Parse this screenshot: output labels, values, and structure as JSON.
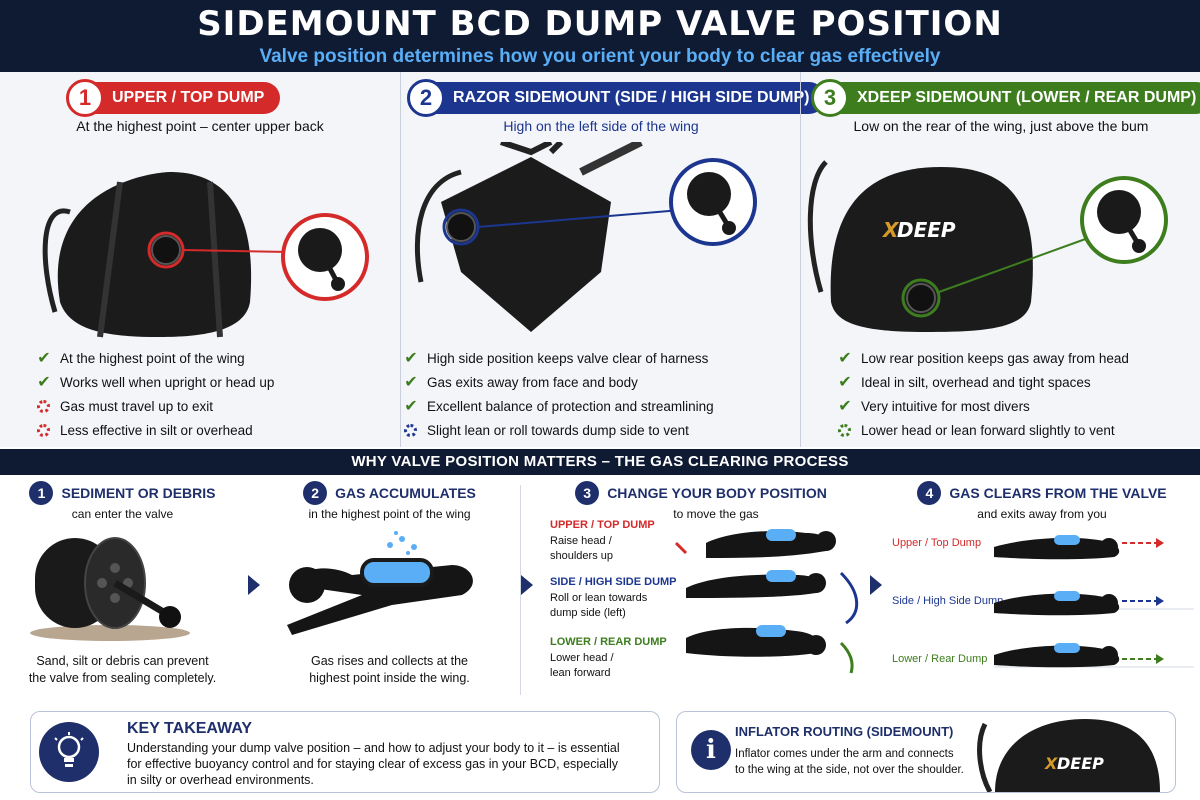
{
  "header": {
    "title": "SIDEMOUNT BCD DUMP VALVE POSITION",
    "subtitle": "Valve position determines how you orient your body to clear gas effectively"
  },
  "colors": {
    "navy": "#0f1a33",
    "red": "#d42a2a",
    "blue": "#1c3690",
    "green": "#3d7d1e",
    "accent": "#5aaef5"
  },
  "panels": [
    {
      "num": "1",
      "title": "UPPER / TOP DUMP",
      "subtitle": "At the highest point – center upper back",
      "checks": [
        {
          "icon": "check-icon",
          "text": "At the highest point of the wing"
        },
        {
          "icon": "check-icon",
          "text": "Works well when upright or head up"
        },
        {
          "icon": "caution-circle-icon",
          "text": "Gas must travel up to exit"
        },
        {
          "icon": "caution-circle-icon",
          "text": "Less effective in silt or overhead"
        }
      ]
    },
    {
      "num": "2",
      "title": "RAZOR SIDEMOUNT (SIDE / HIGH SIDE DUMP)",
      "subtitle": "High on the left side of the wing",
      "checks": [
        {
          "icon": "check-icon",
          "text": "High side position keeps valve clear of harness"
        },
        {
          "icon": "check-icon",
          "text": "Gas exits away from face and body"
        },
        {
          "icon": "check-icon",
          "text": "Excellent balance of protection and streamlining"
        },
        {
          "icon": "info-circle-icon",
          "text": "Slight lean or roll towards dump side to vent"
        }
      ]
    },
    {
      "num": "3",
      "title": "XDEEP SIDEMOUNT (LOWER / REAR DUMP)",
      "subtitle": "Low on the rear of the wing, just above the bum",
      "brand": "XDEEP",
      "checks": [
        {
          "icon": "check-icon",
          "text": "Low rear position keeps gas away from head"
        },
        {
          "icon": "check-icon",
          "text": "Ideal in silt, overhead and tight spaces"
        },
        {
          "icon": "check-icon",
          "text": "Very intuitive for most divers"
        },
        {
          "icon": "info-circle-icon",
          "text": "Lower head or lean forward slightly to vent"
        }
      ]
    }
  ],
  "section_title": "WHY VALVE POSITION MATTERS – THE GAS CLEARING PROCESS",
  "steps": [
    {
      "num": "1",
      "title": "SEDIMENT OR DEBRIS",
      "subtitle": "can enter the valve",
      "caption": [
        "Sand, silt or debris can prevent",
        "the valve from sealing completely."
      ]
    },
    {
      "num": "2",
      "title": "GAS ACCUMULATES",
      "subtitle": "in the highest point of the wing",
      "caption": [
        "Gas rises and collects at the",
        "highest point inside the wing."
      ]
    },
    {
      "num": "3",
      "title": "CHANGE YOUR BODY POSITION",
      "subtitle": "to move the gas",
      "positions": [
        {
          "label": "UPPER / TOP DUMP",
          "desc": [
            "Raise head /",
            "shoulders up"
          ]
        },
        {
          "label": "SIDE / HIGH SIDE DUMP",
          "desc": [
            "Roll or lean towards",
            "dump side (left)"
          ]
        },
        {
          "label": "LOWER / REAR DUMP",
          "desc": [
            "Lower head /",
            "lean forward"
          ]
        }
      ]
    },
    {
      "num": "4",
      "title": "GAS CLEARS FROM THE VALVE",
      "subtitle": "and exits away from you",
      "dumps": [
        "Upper / Top Dump",
        "Side / High Side Dump",
        "Lower / Rear Dump"
      ]
    }
  ],
  "key_takeaway": {
    "title": "KEY TAKEAWAY",
    "lines": [
      "Understanding your dump valve position – and how to adjust your body to it – is essential",
      "for effective buoyancy control and for staying clear of excess gas in your BCD, especially",
      "in silty or overhead environments."
    ]
  },
  "inflator": {
    "icon": "i",
    "title": "INFLATOR ROUTING (SIDEMOUNT)",
    "lines": [
      "Inflator comes under the arm and connects",
      "to the wing at the side, not over the shoulder."
    ],
    "brand": "XDEEP"
  }
}
